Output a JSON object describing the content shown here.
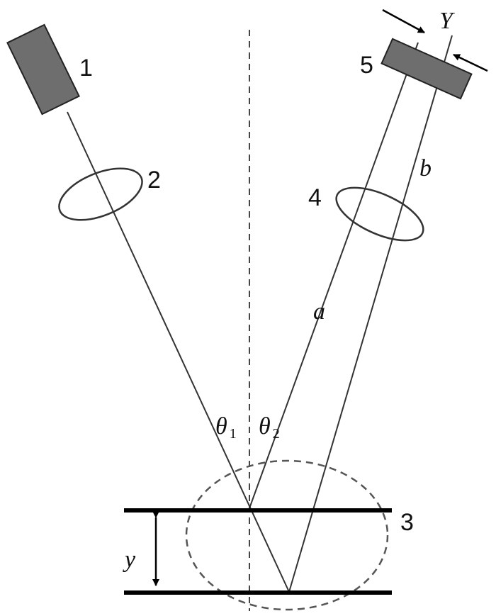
{
  "labels": {
    "laser": "1",
    "lens_in": "2",
    "sample": "3",
    "lens_out": "4",
    "detector": "5",
    "ray_a": "a",
    "ray_b": "b",
    "displacement_big": "Y",
    "displacement_small": "y",
    "theta_symbol": "θ",
    "theta1_sub": "1",
    "theta2_sub": "2"
  },
  "colors": {
    "block_fill": "#6e6e6e",
    "line": "#333333",
    "background": "#ffffff"
  }
}
